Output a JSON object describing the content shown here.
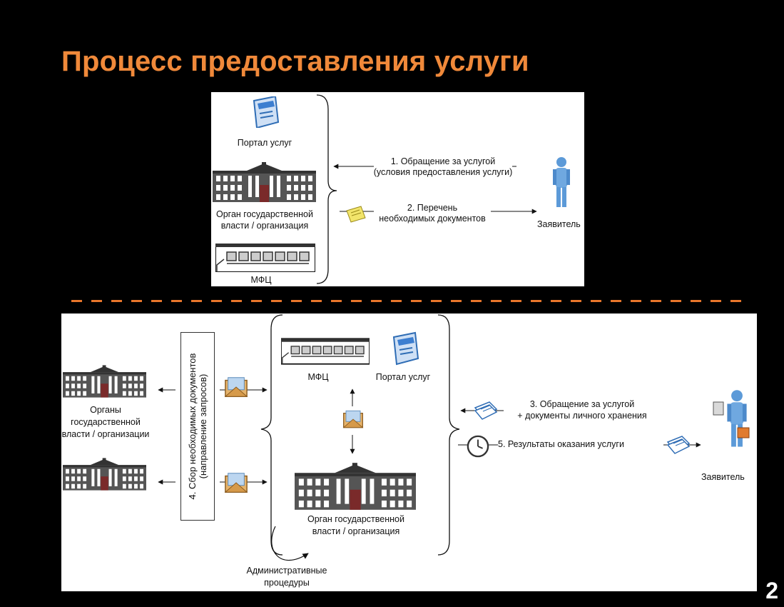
{
  "slide": {
    "title": "Процесс предоставления услуги",
    "page_number": "2",
    "accent_color": "#F0893A",
    "divider_color": "#E8762B"
  },
  "top_panel": {
    "portal_label": "Портал услуг",
    "org_label_line1": "Орган государственной",
    "org_label_line2": "власти / организация",
    "mfc_label": "МФЦ",
    "step1_line1": "1. Обращение за услугой",
    "step1_line2": "(условия предоставления услуги)",
    "step2_line1": "2. Перечень",
    "step2_line2": "необходимых документов",
    "applicant_label": "Заявитель"
  },
  "bottom_panel": {
    "orgs_line1": "Органы",
    "orgs_line2": "государственной",
    "orgs_line3": "власти / организации",
    "step4_line1": "4. Сбор необходимых документов",
    "step4_line2": "(направление запросов)",
    "mfc_label": "МФЦ",
    "portal_label": "Портал услуг",
    "step3_line1": "3. Обращение за услугой",
    "step3_line2": "+ документы личного хранения",
    "step5_label": "5. Результаты оказания услуги",
    "applicant_label": "Заявитель",
    "org_label_line1": "Орган государственной",
    "org_label_line2": "власти / организация",
    "admin_line1": "Административные",
    "admin_line2": "процедуры"
  }
}
